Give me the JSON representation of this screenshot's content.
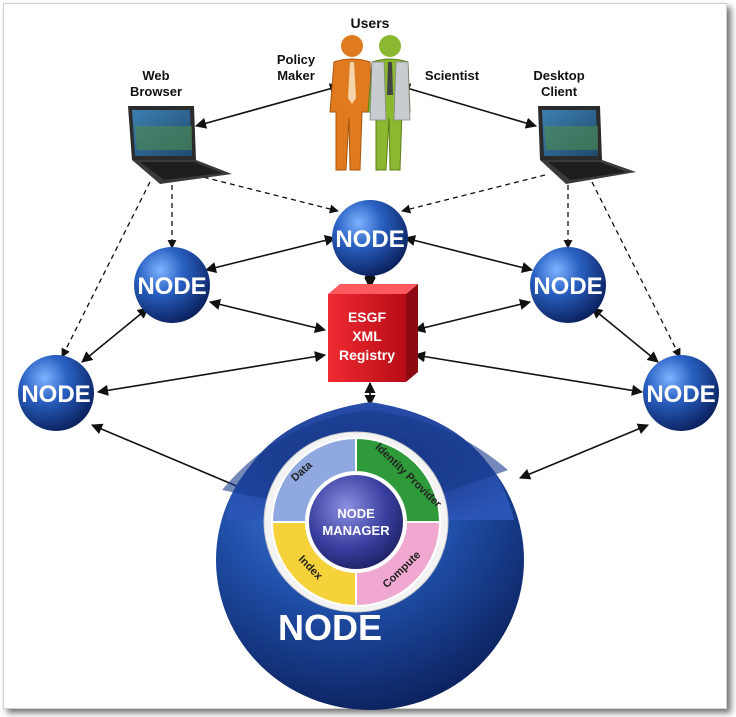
{
  "labels": {
    "users": "Users",
    "policy_maker_1": "Policy",
    "policy_maker_2": "Maker",
    "scientist": "Scientist",
    "web_browser_1": "Web",
    "web_browser_2": "Browser",
    "desktop_client_1": "Desktop",
    "desktop_client_2": "Client"
  },
  "node_label": "NODE",
  "registry": {
    "line1": "ESGF",
    "line2": "XML",
    "line3": "Registry"
  },
  "main_node": {
    "label": "NODE",
    "manager_line1": "NODE",
    "manager_line2": "MANAGER",
    "services": [
      "Data",
      "Identity Provider",
      "Compute",
      "Index"
    ]
  },
  "colors": {
    "node_blue": "#1f4fa8",
    "registry_red": "#d8101c",
    "data": "#8fa9e0",
    "identity_provider": "#2f9a3a",
    "compute": "#f0a8d0",
    "index": "#f5d23a",
    "manager": "#3a3fa0",
    "policy_maker": "#e07a1e",
    "scientist": "#8ab830"
  }
}
